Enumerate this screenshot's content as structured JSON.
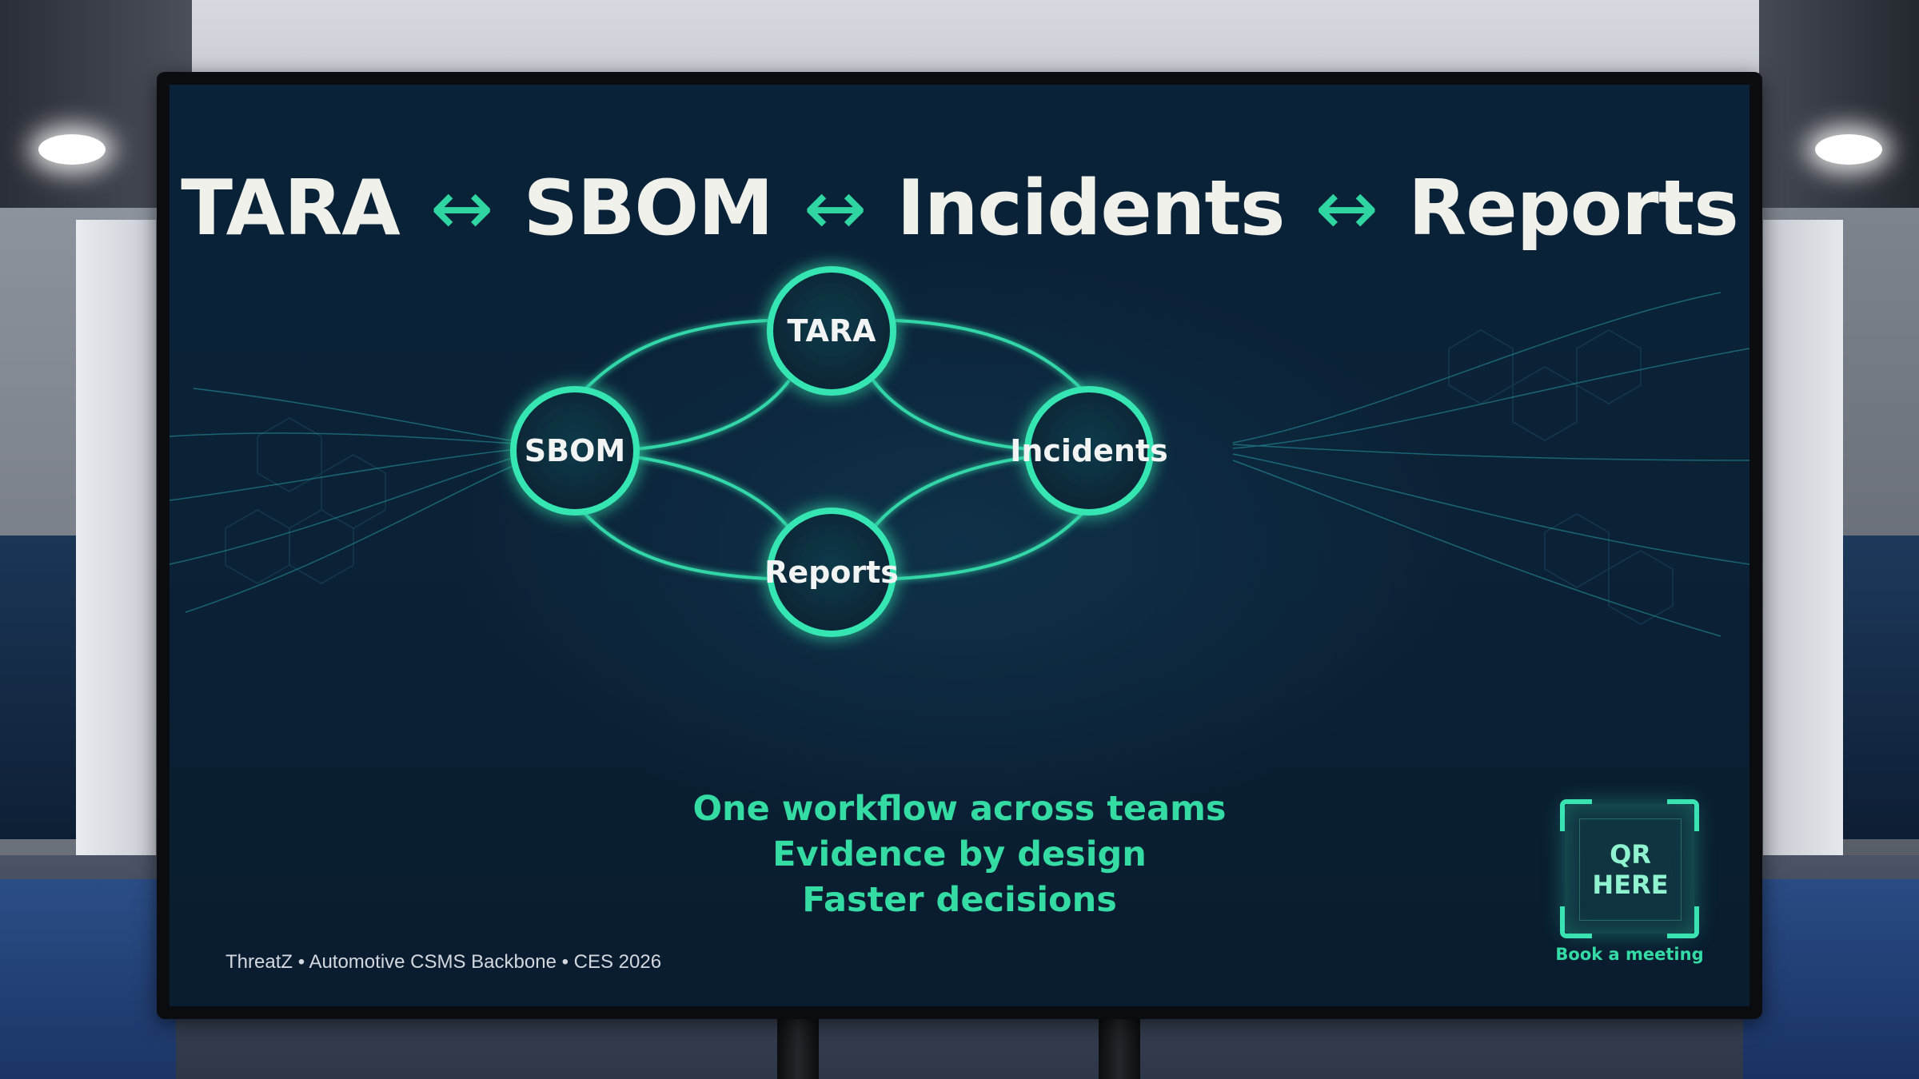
{
  "headline": {
    "terms": [
      "TARA",
      "SBOM",
      "Incidents",
      "Reports"
    ],
    "arrow": "↔"
  },
  "diagram": {
    "nodes": [
      {
        "id": "tara",
        "label": "TARA"
      },
      {
        "id": "sbom",
        "label": "SBOM"
      },
      {
        "id": "incidents",
        "label": "Incidents"
      },
      {
        "id": "reports",
        "label": "Reports"
      }
    ]
  },
  "taglines": [
    "One workflow across teams",
    "Evidence by design",
    "Faster decisions"
  ],
  "footer": "ThreatZ • Automotive CSMS Backbone • CES 2026",
  "qr": {
    "line1": "QR",
    "line2": "HERE",
    "caption": "Book a meeting"
  },
  "colors": {
    "accent": "#2fd6a2",
    "screen_bg": "#0b2136",
    "headline_text": "#f1f1ec"
  }
}
